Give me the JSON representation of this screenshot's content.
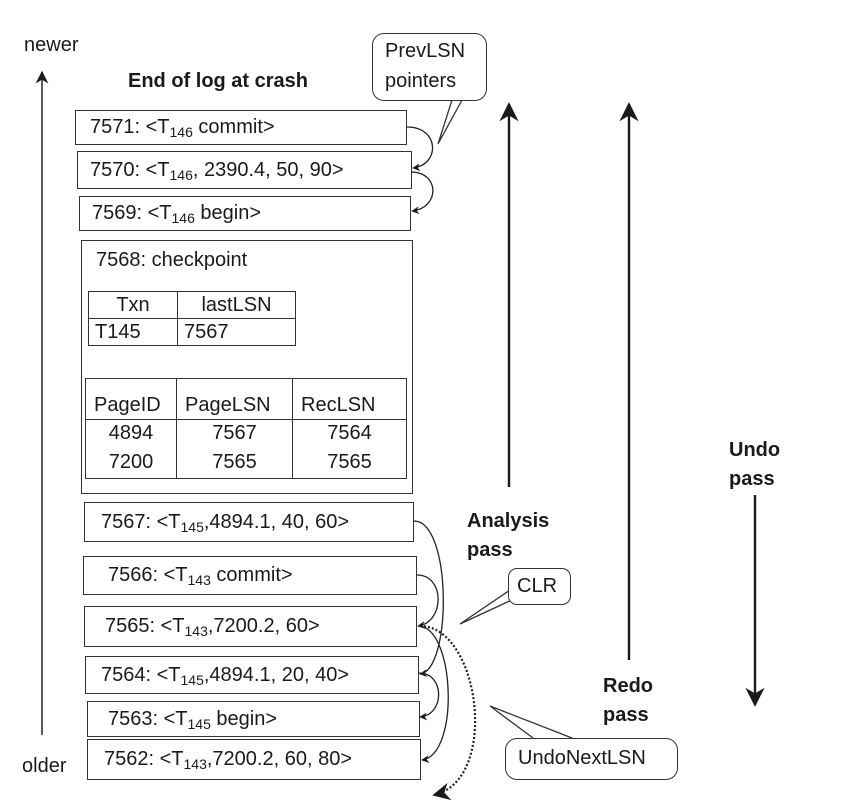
{
  "axis": {
    "newer_label": "newer",
    "older_label": "older"
  },
  "title": "End of log at crash",
  "bubbles": {
    "prevlsn": [
      "PrevLSN",
      "pointers"
    ],
    "clr": "CLR",
    "undonextlsn": "UndoNextLSN"
  },
  "passes": {
    "analysis": [
      "Analysis",
      "pass"
    ],
    "redo": [
      "Redo",
      "pass"
    ],
    "undo": [
      "Undo",
      "pass"
    ]
  },
  "log_records": [
    {
      "lsn": "7571",
      "pre": "7571: <T",
      "txn": "146",
      "post": " commit>"
    },
    {
      "lsn": "7570",
      "pre": "7570: <T",
      "txn": "146",
      "post": ", 2390.4, 50, 90>"
    },
    {
      "lsn": "7569",
      "pre": "7569: <T",
      "txn": "146",
      "post": " begin>"
    },
    {
      "lsn": "7567",
      "pre": "7567: <T",
      "txn": "145",
      "post": ",4894.1, 40, 60>"
    },
    {
      "lsn": "7566",
      "pre": "7566: <T",
      "txn": "143",
      "post": " commit>"
    },
    {
      "lsn": "7565",
      "pre": "7565: <T",
      "txn": "143",
      "post": ",7200.2, 60>"
    },
    {
      "lsn": "7564",
      "pre": "7564: <T",
      "txn": "145",
      "post": ",4894.1, 20, 40>"
    },
    {
      "lsn": "7563",
      "pre": "7563: <T",
      "txn": "145",
      "post": " begin>"
    },
    {
      "lsn": "7562",
      "pre": "7562: <T",
      "txn": "143",
      "post": ",7200.2, 60, 80>"
    }
  ],
  "checkpoint": {
    "title": "7568: checkpoint",
    "txn_table": {
      "headers": [
        "Txn",
        "lastLSN"
      ],
      "rows": [
        [
          "T145",
          "7567"
        ]
      ]
    },
    "dirty_page_table": {
      "headers": [
        "PageID",
        "PageLSN",
        "RecLSN"
      ],
      "rows": [
        [
          "4894",
          "7567",
          "7564"
        ],
        [
          "7200",
          "7565",
          "7565"
        ]
      ]
    }
  }
}
